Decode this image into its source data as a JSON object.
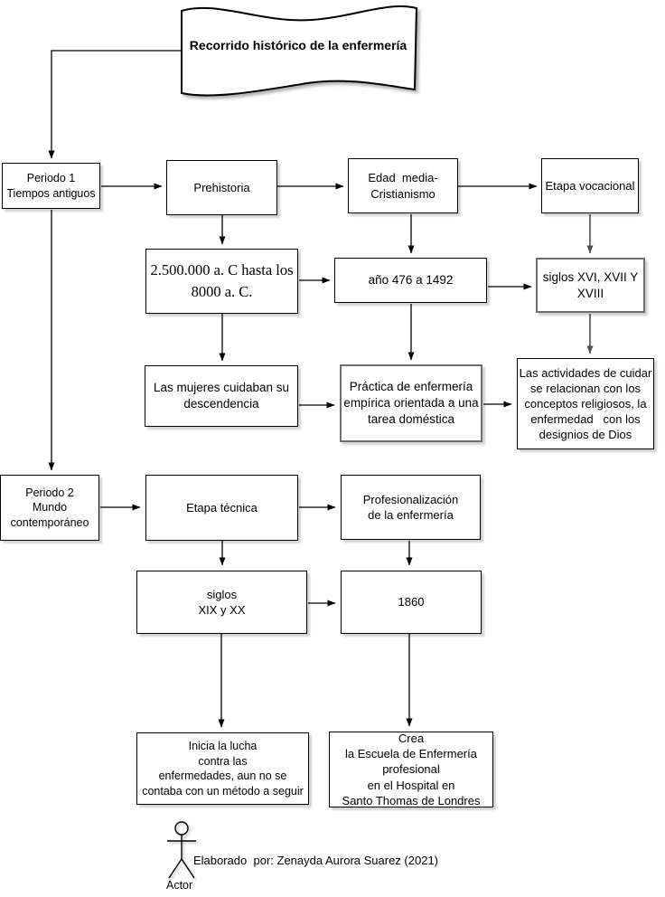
{
  "banner": {
    "title": "Recorrido histórico de la enfermería"
  },
  "nodes": {
    "periodo1": "Periodo 1\nTiempos antiguos",
    "prehistoria": "Prehistoria",
    "edad_media": "Edad  media-\nCristianismo",
    "etapa_vocacional": "Etapa vocacional",
    "rango_prehistoria": "2.500.000 a. C hasta los\n8000 a. C.",
    "rango_edad_media": "año 476 a 1492",
    "rango_vocacional": "siglos XVI, XVII Y\nXVIII",
    "desc_prehistoria": "Las mujeres cuidaban su\ndescendencia",
    "desc_edad_media": "Práctica de enfermería\nempírica orientada a una\ntarea doméstica",
    "desc_vocacional": "Las actividades de cuidar\nse relacionan con los\nconceptos religiosos, la\nenfermedad   con los\ndesignios de Dios",
    "periodo2": "Periodo 2\nMundo\ncontemporáneo",
    "etapa_tecnica": "Etapa técnica",
    "profesionalizacion": "Profesionalización\nde la enfermería",
    "rango_tecnica": "siglos\nXIX y XX",
    "rango_profesional": "1860",
    "desc_tecnica": "Inicia la lucha\ncontra las\nenfermedades, aun no se\ncontaba con un método a seguir",
    "desc_profesional": "Crea\nla Escuela de Enfermería\nprofesional\nen el Hospital en\nSanto Thomas de Londres"
  },
  "footer": {
    "credit": "Elaborado  por: Zenayda Aurora Suarez (2021)",
    "actor_label": "Actor"
  },
  "colors": {
    "line": "#000000",
    "line_gray": "#4f4f4f",
    "border_gray": "#6e6e6e",
    "background": "#ffffff"
  }
}
